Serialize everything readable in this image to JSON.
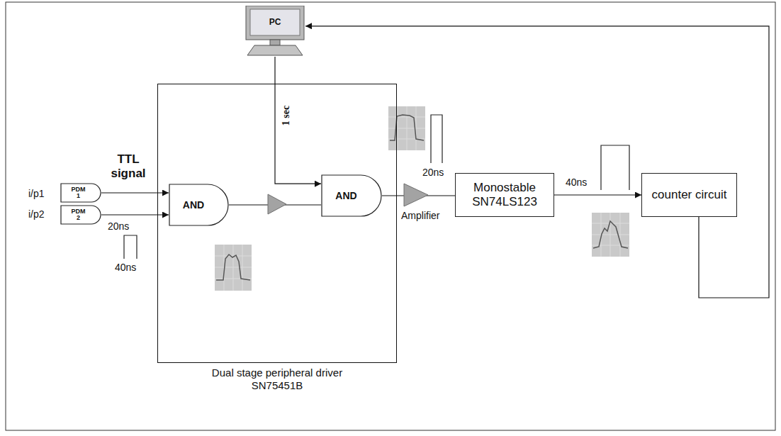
{
  "diagram": {
    "nodes": [
      {
        "text": [
          "PC"
        ]
      },
      {
        "text": [
          "PDM 1"
        ]
      },
      {
        "text": [
          "PDM 2"
        ]
      },
      {
        "text": [
          "Dual stage peripheral driver SN75451B"
        ]
      },
      {
        "text": [
          "AND"
        ],
        "in": 3
      },
      {
        "text": [
          "AND"
        ],
        "in": 3
      },
      {
        "text": [
          "Monostable SN74LS123"
        ]
      },
      {
        "text": [
          "counter circuit"
        ]
      }
    ],
    "edges": [
      {
        "from": 1,
        "to": 4,
        "arrow": "to"
      },
      {
        "from": 2,
        "to": 4,
        "arrow": "to"
      },
      {
        "from": 4,
        "to": 5,
        "arrow": "none"
      },
      {
        "from": 0,
        "to": 5,
        "arrow": "to"
      },
      {
        "from": 5,
        "to": 6,
        "arrow": "none"
      },
      {
        "from": 6,
        "to": 7,
        "arrow": "to"
      },
      {
        "from": 7,
        "to": 0,
        "arrow": "to"
      }
    ],
    "labels": [
      "i/p1",
      "i/p2",
      "TTL signal",
      "20ns",
      "40ns",
      "1 sec",
      "20ns",
      "Amplifier",
      "40ns"
    ]
  }
}
